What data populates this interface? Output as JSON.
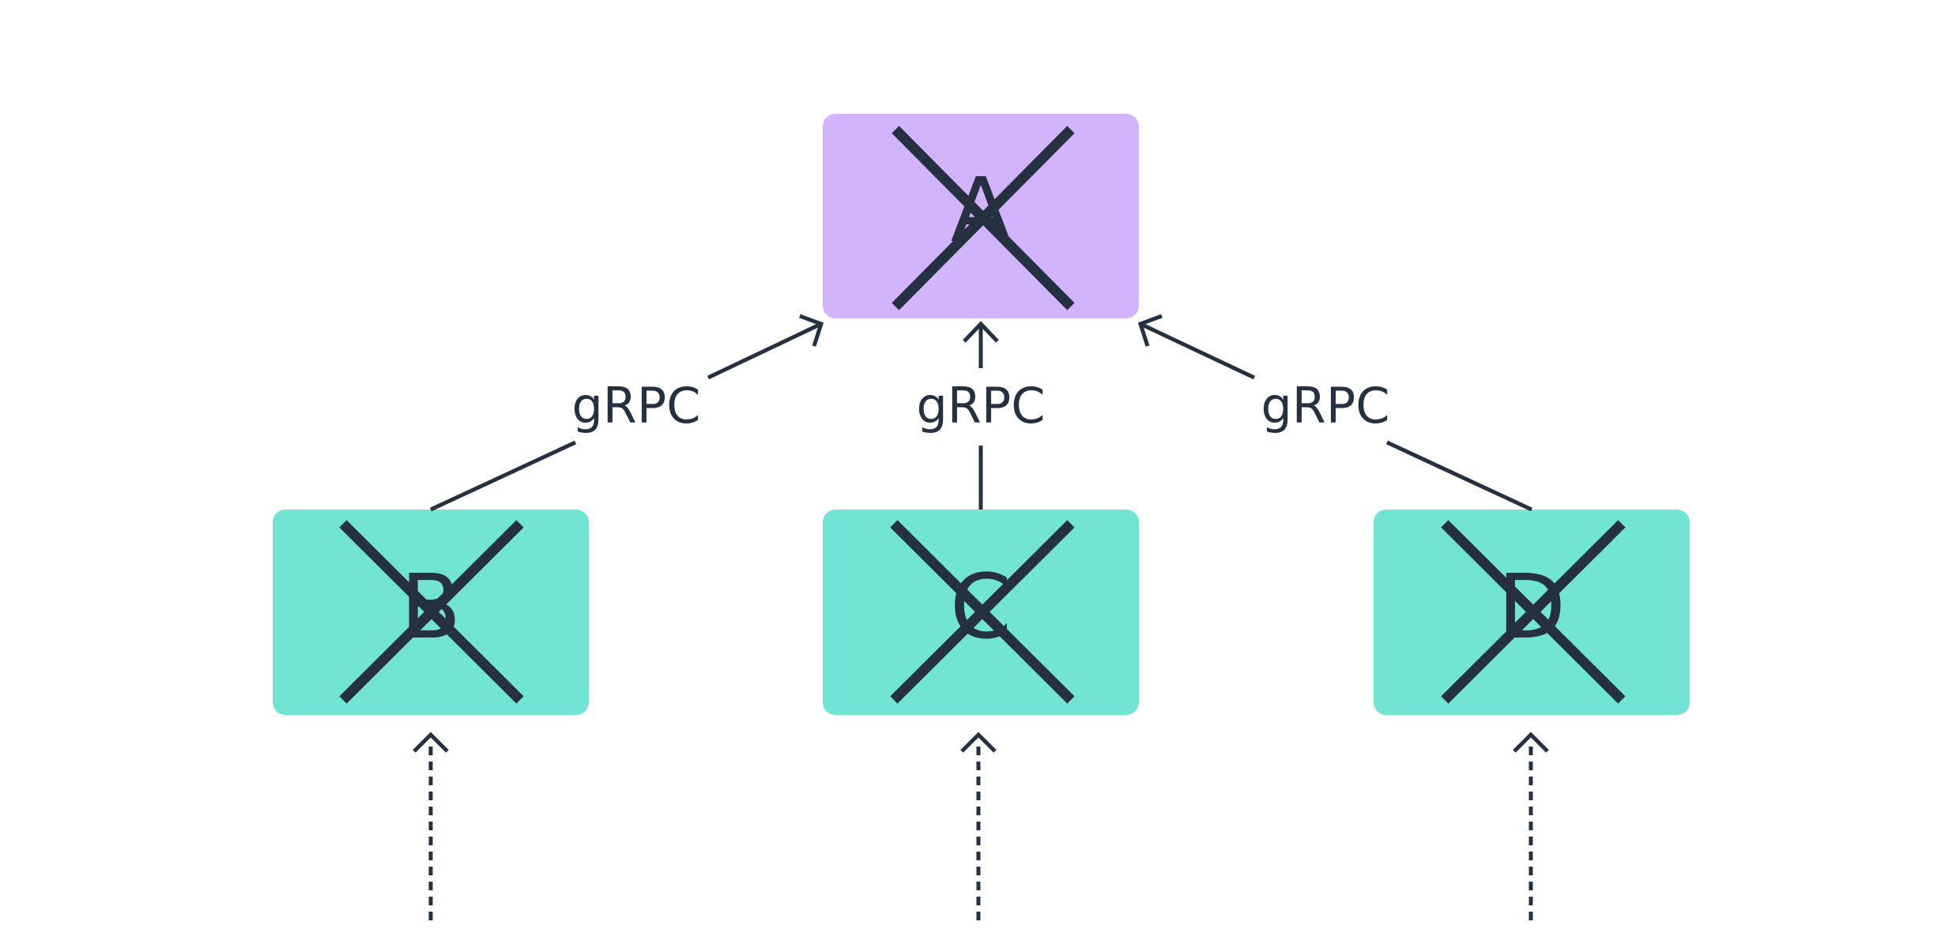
{
  "colors": {
    "ink": "#253040",
    "top_node_fill": "#d2b4fc",
    "bottom_node_fill": "#71e4d3",
    "background": "#ffffff"
  },
  "nodes": {
    "top": {
      "letter": "A"
    },
    "left": {
      "letter": "B"
    },
    "middle": {
      "letter": "C"
    },
    "right": {
      "letter": "D"
    }
  },
  "edges": {
    "left_label": "gRPC",
    "middle_label": "gRPC",
    "right_label": "gRPC"
  },
  "icons": {
    "node_overlay": "x-cross-icon",
    "arrowhead": "chevron-up-icon"
  }
}
